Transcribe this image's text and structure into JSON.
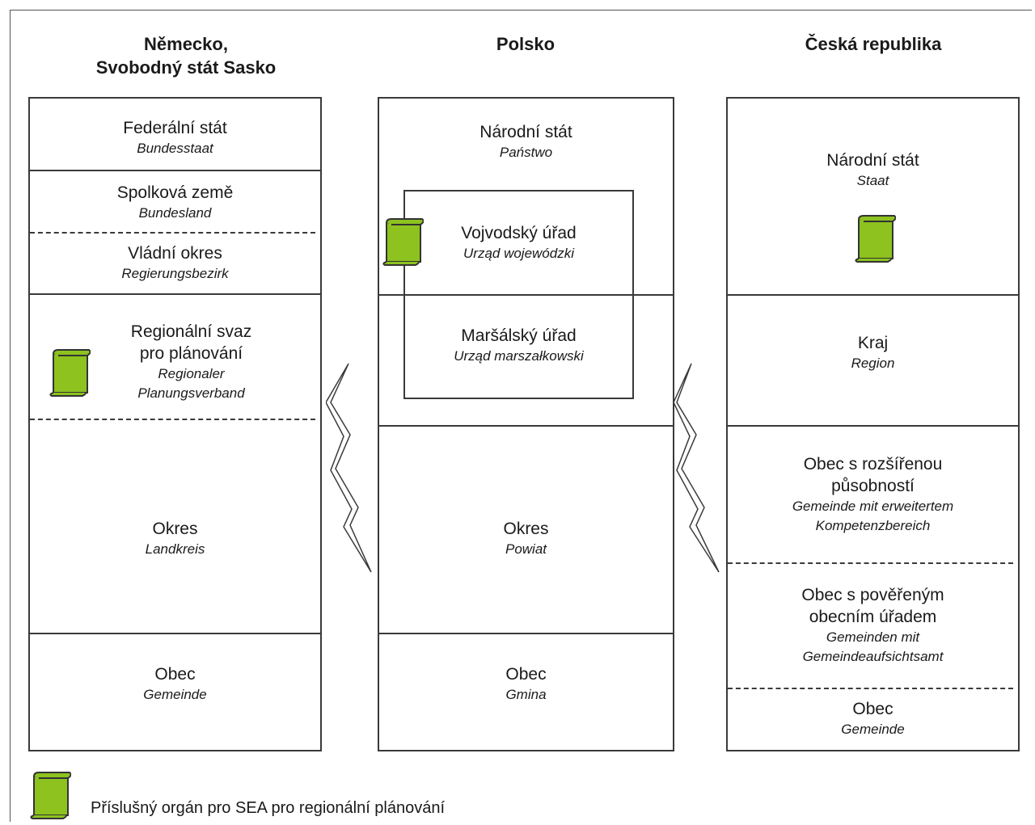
{
  "columns": [
    {
      "title": "Německo,\nSvobodný stát Sasko",
      "levels": [
        {
          "name": "Federální stát",
          "native": "Bundesstaat"
        },
        {
          "name": "Spolková země",
          "native": "Bundesland"
        },
        {
          "name": "Vládní okres",
          "native": "Regierungsbezirk"
        },
        {
          "name": "Regionální svaz\npro plánování",
          "native": "Regionaler\nPlanungsverband"
        },
        {
          "name": "Okres",
          "native": "Landkreis"
        },
        {
          "name": "Obec",
          "native": "Gemeinde"
        }
      ]
    },
    {
      "title": "Polsko",
      "levels": [
        {
          "name": "Národní stát",
          "native": "Państwo"
        },
        {
          "name": "Vojvodský úřad",
          "native": "Urząd wojewódzki"
        },
        {
          "name": "Maršálský úřad",
          "native": "Urząd marszałkowski"
        },
        {
          "name": "Okres",
          "native": "Powiat"
        },
        {
          "name": "Obec",
          "native": "Gmina"
        }
      ]
    },
    {
      "title": "Česká republika",
      "levels": [
        {
          "name": "Národní stát",
          "native": "Staat"
        },
        {
          "name": "Kraj",
          "native": "Region"
        },
        {
          "name": "Obec s rozšířenou\npůsobností",
          "native": "Gemeinde mit erweitertem\nKompetenzbereich"
        },
        {
          "name": "Obec s pověřeným\nobecním úřadem",
          "native": "Gemeinden mit\nGemeindeaufsichtsamt"
        },
        {
          "name": "Obec",
          "native": "Gemeinde"
        }
      ]
    }
  ],
  "legend": {
    "label": "Příslušný orgán pro SEA pro regionální plánování",
    "icon": "scroll-icon"
  },
  "colors": {
    "scroll_fill": "#8dc21f",
    "line": "#3a3a3a"
  }
}
